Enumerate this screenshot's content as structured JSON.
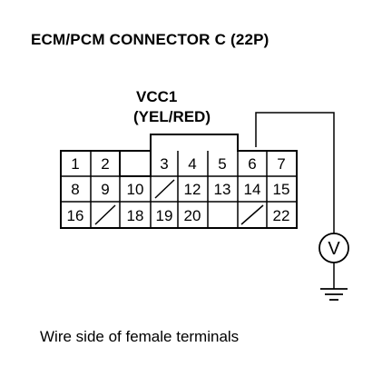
{
  "title": "ECM/PCM CONNECTOR C (22P)",
  "wire": {
    "name": "VCC1",
    "color": "(YEL/RED)"
  },
  "connector": {
    "rows": [
      [
        "1",
        "2",
        "",
        "3",
        "4",
        "5",
        "6",
        "7"
      ],
      [
        "8",
        "9",
        "10",
        "",
        "12",
        "13",
        "14",
        "15"
      ],
      [
        "16",
        "",
        "18",
        "19",
        "20",
        "",
        "",
        "22"
      ]
    ]
  },
  "meter_symbol": "V",
  "caption": "Wire side of female terminals"
}
